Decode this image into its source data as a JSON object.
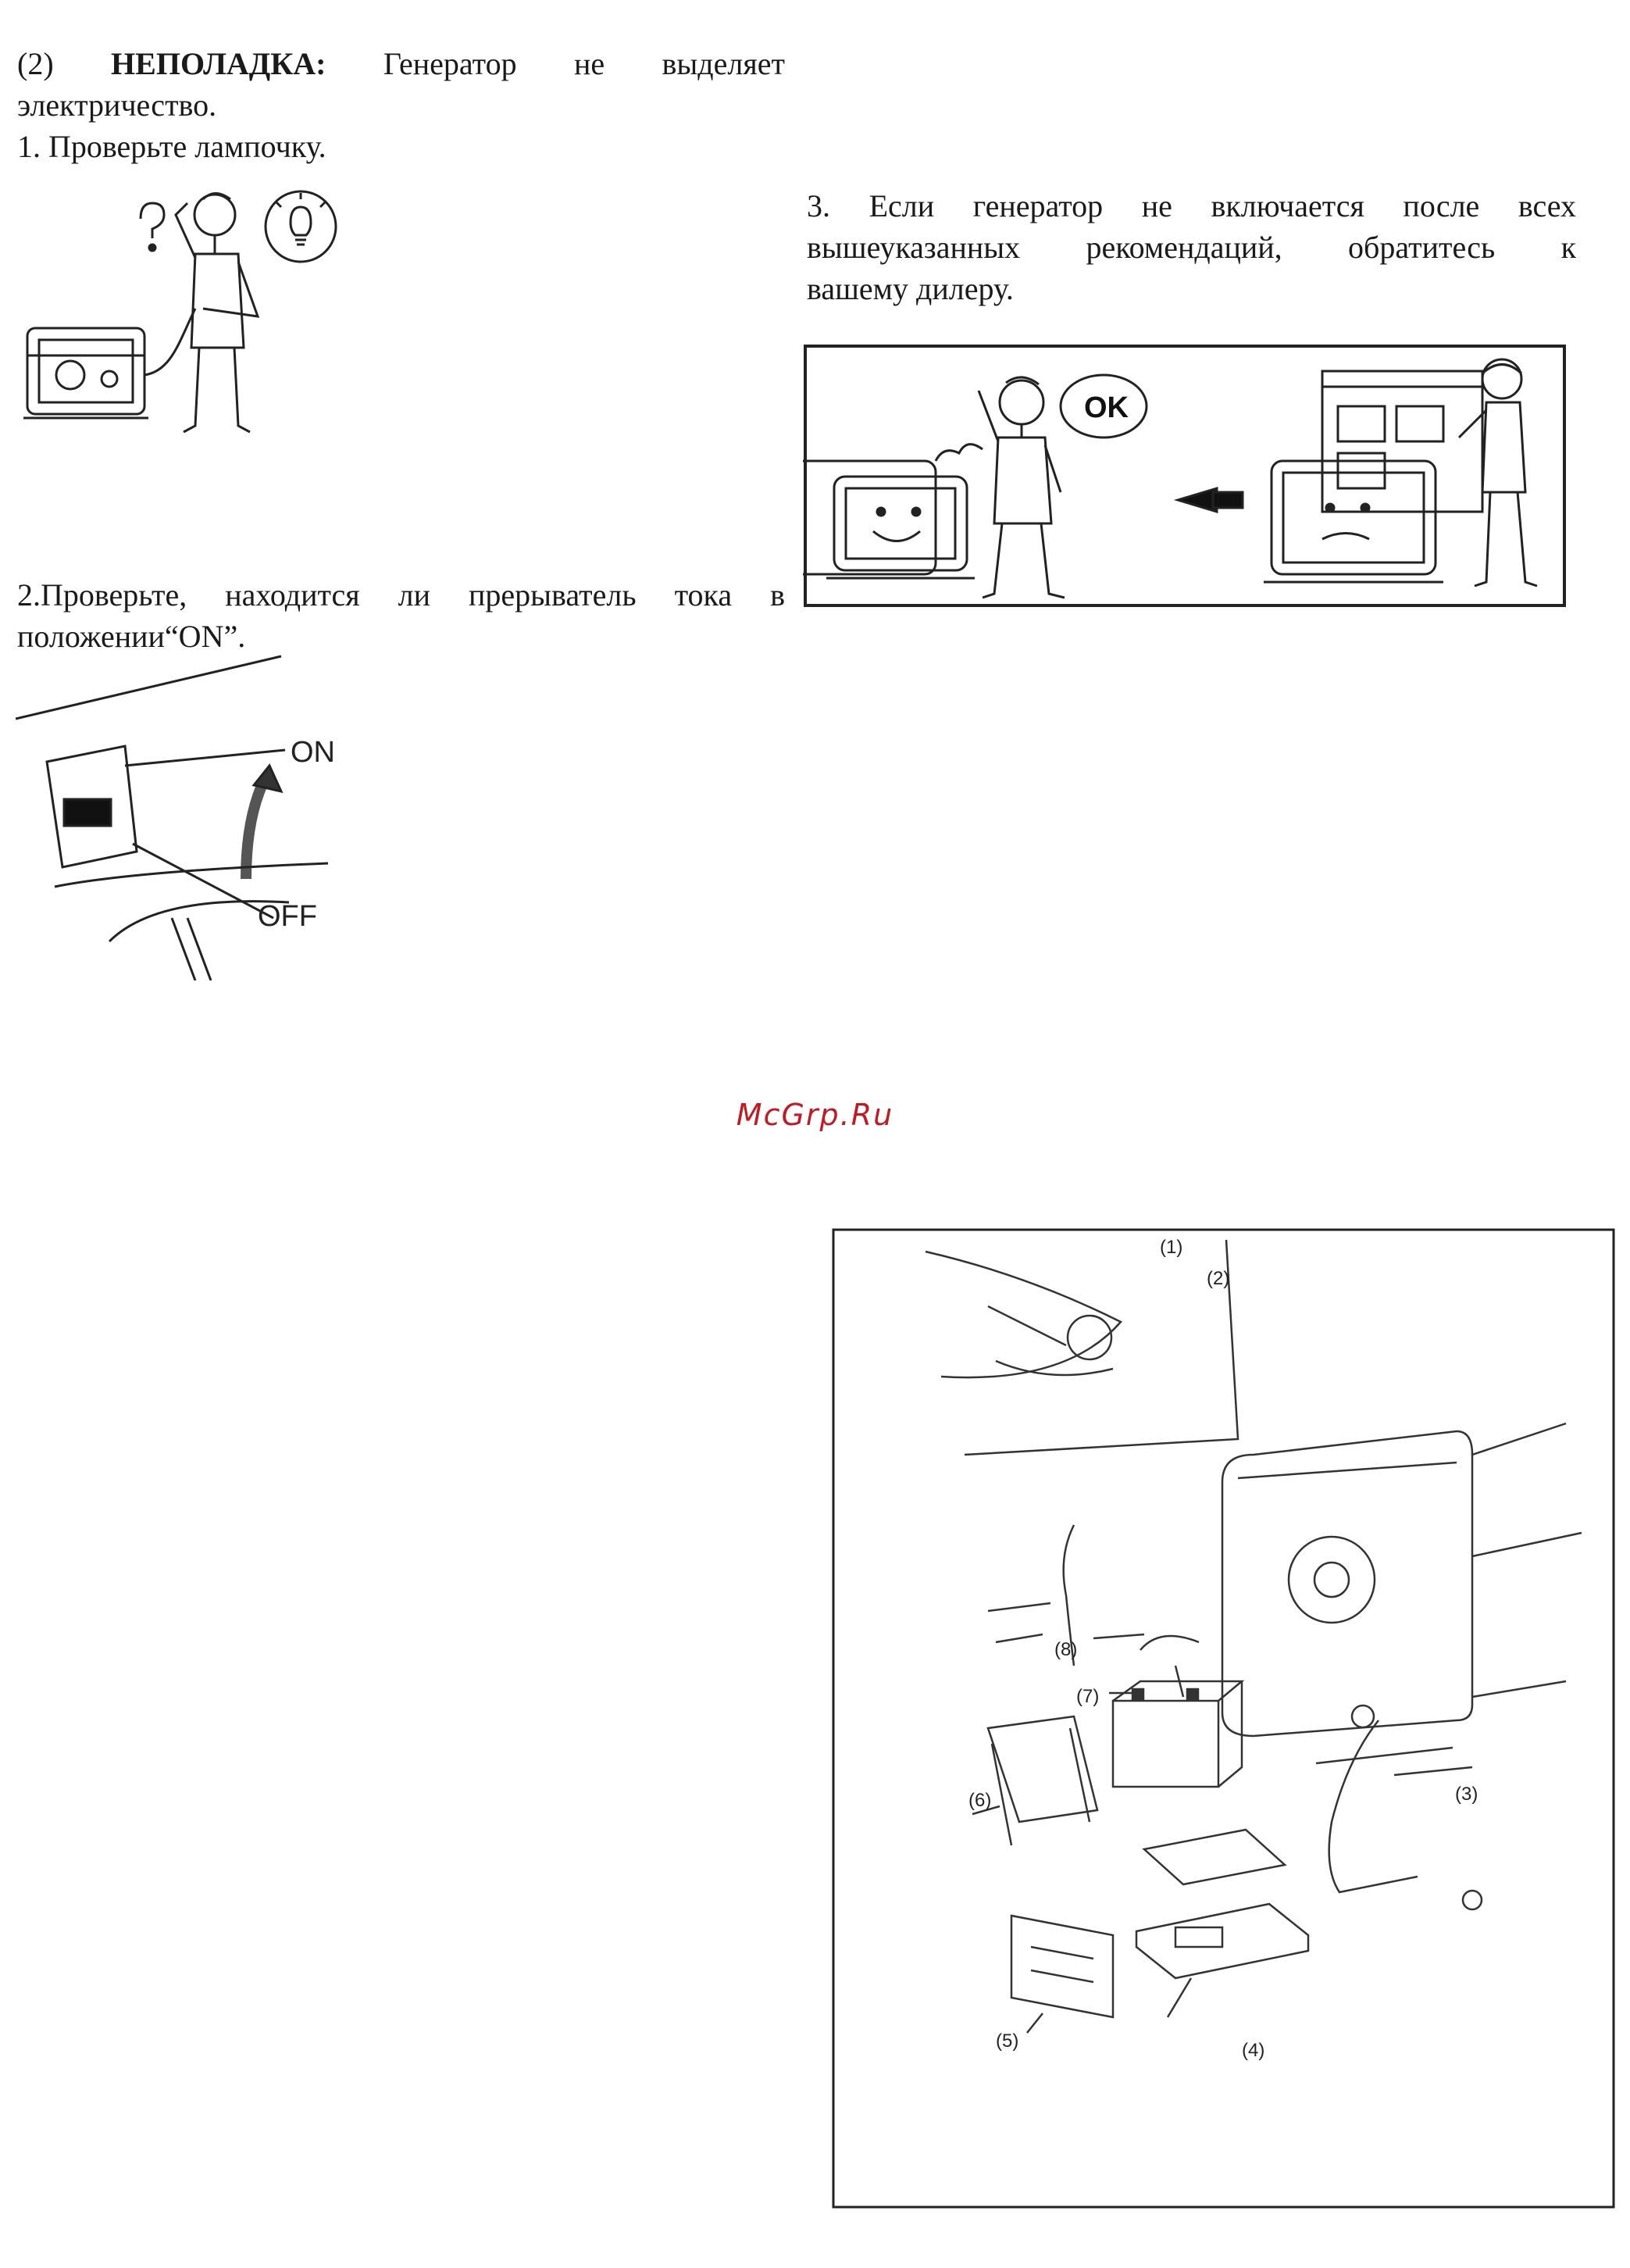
{
  "section1": {
    "number": "(2)",
    "heading": "НЕПОЛАДКА:",
    "line1_rest": "Генератор не выделяет",
    "line2": "электричество.",
    "step1": "1. Проверьте лампочку."
  },
  "section2": {
    "step2_line1": "2.Проверьте, находится ли прерыватель тока в",
    "step2_line2": "положении“ON”.",
    "switch_on_label": "ON",
    "switch_off_label": "OFF"
  },
  "section3": {
    "line1": "3. Если генератор не включается после всех",
    "line2": "вышеуказанных рекомендаций, обратитесь к",
    "line3": "вашему дилеру.",
    "bubble_label": "OK"
  },
  "watermark": "McGrp.Ru",
  "diagram": {
    "labels": [
      "(1)",
      "(2)",
      "(3)",
      "(4)",
      "(5)",
      "(6)",
      "(7)",
      "(8)"
    ]
  }
}
